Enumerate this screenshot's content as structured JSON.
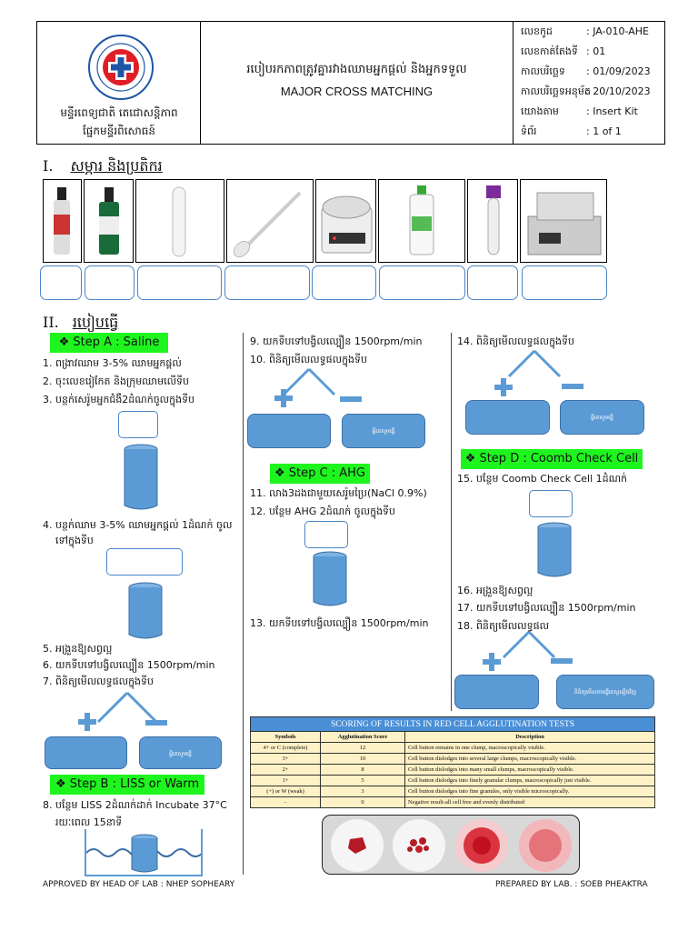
{
  "header": {
    "hospital_name": "មន្ទីរពេទ្យជាតិ តេជោសន្ដិភាព",
    "dept_name": "ផ្នែកមន្ទីរពិសោធន៍",
    "title_kh": "របៀបរកភាពត្រូវគ្នារវាងឈាមអ្នកផ្ដល់ និងអ្នកទទួល",
    "title_en": "MAJOR CROSS MATCHING",
    "meta": [
      {
        "k": "លេខកូដ",
        "v": ": JA-010-AHE"
      },
      {
        "k": "លេខកាត់តែងទី",
        "v": ": 01"
      },
      {
        "k": "កាលបរិច្ឆេទ",
        "v": ": 01/09/2023"
      },
      {
        "k": "កាលបរិច្ឆេទអនុម័ត",
        "v": ": 20/10/2023"
      },
      {
        "k": "យោងតាម",
        "v": ": Insert Kit"
      },
      {
        "k": "ទំព័រ",
        "v": ": 1 of 1"
      }
    ]
  },
  "section1": {
    "num": "I.",
    "title": "សម្ភារ និងប្រតិករ"
  },
  "section2": {
    "num": "II.",
    "title": "របៀបធ្វើ"
  },
  "steps": {
    "a": "❖   Step A : Saline",
    "b": "❖   Step B : LISS or Warm",
    "c": "❖   Step C : AHG",
    "d": "❖   Step D : Coomb Check Cell"
  },
  "col1": {
    "s1": "1. ពង្រាវឈាម 3-5% ឈាមអ្នកផ្ដល់",
    "s2": "2. ចុះលេខរៀកែត និងក្រុមឈាមលើទីប",
    "s3": "3. បន្ថក់សេរ៉ូមអ្នកជំងឺ2ដំណក់ចូលក្នុងទីប",
    "s4a": "4. បន្ថក់ឈាម 3-5% ឈាមអ្នកផ្ដល់ 1ដំណក់ ចូល",
    "s4b": "ទៅក្នុងទីប",
    "s5": "5. អង្រួនឱ្យសព្វល្អ",
    "s6": "6. យកទីបទៅបង្វិលល្បឿន 1500rpm/min",
    "s7": "7. ពិនិត្យមើលលទ្ធផលក្នុងទីប",
    "s8a": "8. បន្ថែម LISS 2ដំណក់ដាក់ Incubate 37°C",
    "s8b": "រយៈពេល 15នាទី",
    "neg_label": "អ្វីគេសូមធ្វើ"
  },
  "col2": {
    "s9": "9.   យកទីបទៅបង្វិលល្បឿន 1500rpm/min",
    "s10": "10.  ពិនិត្យមើលលទ្ធផលក្នុងទីប",
    "s11": "11.  លាង3ដងជាមួយសេរ៉ូមប្រៃ(NaCl 0.9%)",
    "s12": "12.  បន្ថែម AHG 2ដំណក់ ចូលក្នុងទីប",
    "s13": "13.  យកទីបទៅបង្វិលល្បឿន 1500rpm/min",
    "neg_label": "អ្វីគេសូមធ្វើ"
  },
  "col3": {
    "s14": "14.  ពិនិត្យមើលលទ្ធផលក្នុងទីប",
    "s15": "15.  បន្ថែម Coomb Check Cell 1ដំណក់",
    "s16": "16.  អង្រួនឱ្យសព្វល្អ",
    "s17": "17.  យកទីបទៅបង្វិលល្បឿន 1500rpm/min",
    "s18": "18.  ពិនិត្យមើលលទ្ធផល",
    "neg_label": "អ្វីគេសូមធ្វើ",
    "neg_label2": "ពិនិត្យមើលការធ្វើតេស្តឡើងវិញ"
  },
  "table": {
    "caption": "SCORING OF RESULTS IN RED CELL AGGLUTINATION TESTS",
    "headers": [
      "Symbols",
      "Agglutination Score",
      "Description"
    ],
    "rows": [
      [
        "4+ or C (complete)",
        "12",
        "Cell button remains in one clump, macroscopically visible."
      ],
      [
        "3+",
        "10",
        "Cell button dislodges into several large clumps, macroscopically visible."
      ],
      [
        "2+",
        "8",
        "Cell button dislodges into many small clumps, macroscopically visible."
      ],
      [
        "1+",
        "5",
        "Cell button dislodges into finely granular clumps, macroscopically just visible."
      ],
      [
        "(+) or W (weak)",
        "3",
        "Cell button dislodges into fine granules, only visible microscopically."
      ],
      [
        "-",
        "0",
        "Negative result-all cell free and evenly distributed"
      ]
    ]
  },
  "footer": {
    "approved": "APPROVED BY HEAD OF LAB : NHEP SOPHEARY",
    "prepared": "PREPARED BY LAB. : SOEB PHEAKTRA"
  },
  "colors": {
    "step": "#1ef51e",
    "result_box": "#5b9bd5",
    "table_header": "#4a8fd6",
    "table_row": "#fdf1c5"
  },
  "icons": {
    "plus": "+",
    "minus": "−"
  }
}
